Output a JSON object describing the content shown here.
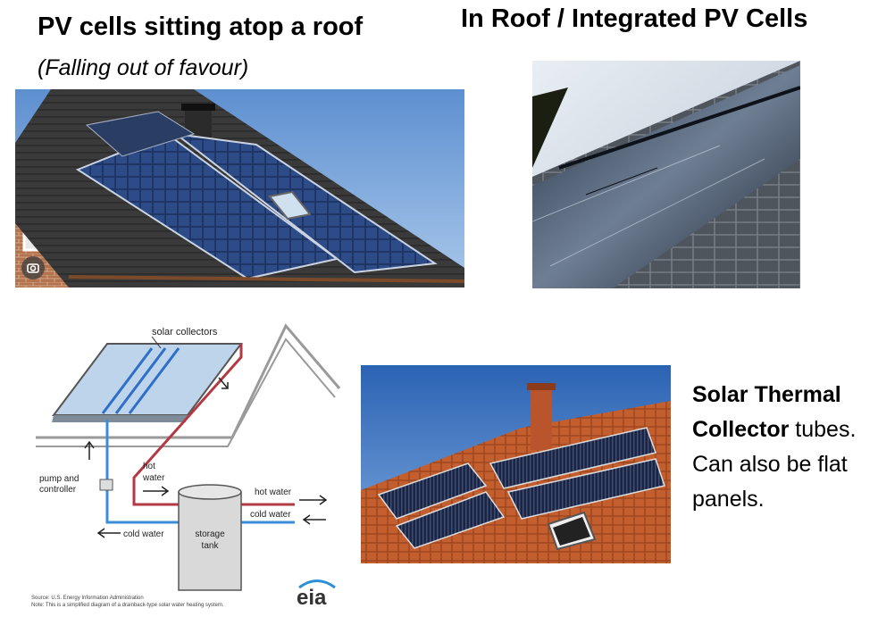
{
  "top_left": {
    "title": "PV cells sitting atop a roof",
    "subtitle": "(Falling out of favour)"
  },
  "top_right": {
    "title": "In Roof / Integrated PV Cells"
  },
  "diagram": {
    "label_solar_collectors": "solar collectors",
    "label_pump_line1": "pump and",
    "label_pump_line2": "controller",
    "label_hot_line1": "hot",
    "label_hot_line2": "water",
    "label_hot_water": "hot water",
    "label_cold_water_right": "cold water",
    "label_cold_water_left": "cold water",
    "label_storage_line1": "storage",
    "label_storage_line2": "tank",
    "source_line": "Source: U.S. Energy Information Administration",
    "note_line": "Note: This is a simplified diagram of a drainback-type solar water heating system.",
    "logo_text": "eia"
  },
  "thermal": {
    "bold_text_1": "Solar Thermal",
    "bold_text_2": "Collector",
    "rest_text_1": " tubes.",
    "rest_text_2": "Can also be flat",
    "rest_text_3": "panels."
  },
  "icons": {
    "camera": "camera-lens-icon"
  }
}
